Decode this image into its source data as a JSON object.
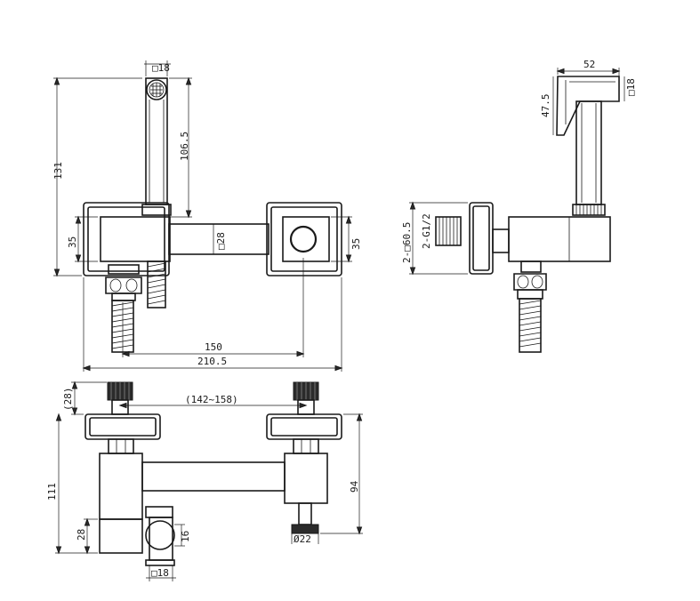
{
  "front_view": {
    "dim_head_square": "□18",
    "dim_total_height": "131",
    "dim_hanger_height": "106.5",
    "dim_block_height_left": "35",
    "dim_bar_square": "□28",
    "dim_block_height_right": "35",
    "dim_center_distance": "150",
    "dim_overall_width": "210.5"
  },
  "side_view": {
    "dim_head_width": "52",
    "dim_head_square": "□18",
    "dim_head_depth": "47.5",
    "dim_thread": "2-G1/2",
    "dim_flange": "2-□60.5"
  },
  "bottom_view": {
    "dim_thread_length": "(28)",
    "dim_adjust_range": "(142~158)",
    "dim_overall_depth": "111",
    "dim_valve_depth": "94",
    "dim_connector_offset": "28",
    "dim_connector_height": "16",
    "dim_round_diameter": "Ø22",
    "dim_bottom_square": "□18"
  }
}
